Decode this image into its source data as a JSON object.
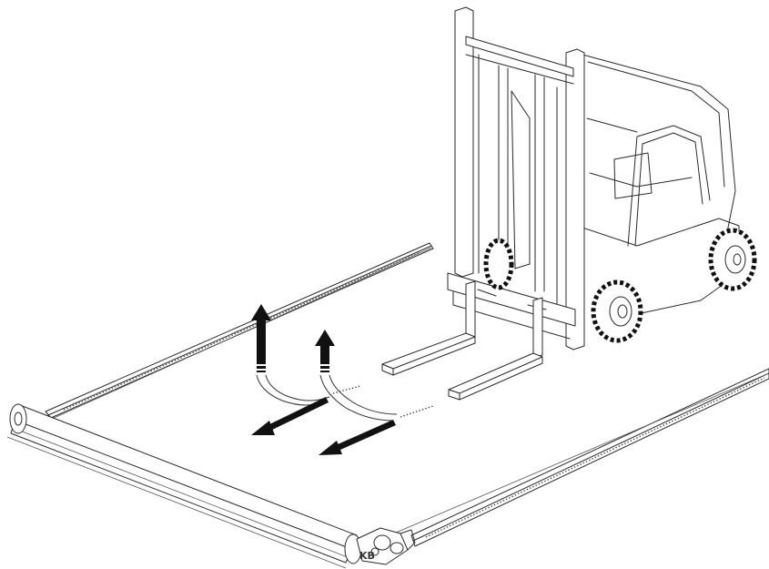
{
  "diagram": {
    "logo_text": "KB",
    "colors": {
      "line": "#2a2a2a",
      "arrow": "#111111",
      "background": "#ffffff"
    },
    "icons": [
      "forklift",
      "roll-out-mat",
      "lift-arrow",
      "pull-arrow"
    ]
  }
}
